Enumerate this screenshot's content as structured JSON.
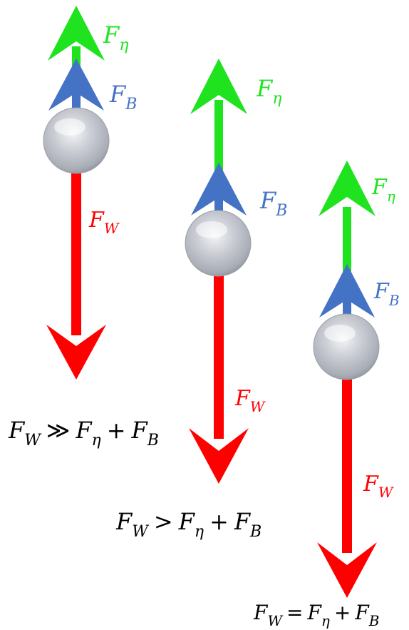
{
  "colors": {
    "drag": "#1ee31e",
    "buoyancy": "#4472c4",
    "weight": "#ff0000",
    "text": "#000000"
  },
  "labels": {
    "drag": {
      "main": "F",
      "sub": "η"
    },
    "buoyancy": {
      "main": "F",
      "sub": "B"
    },
    "weight": {
      "main": "F",
      "sub": "W"
    }
  },
  "scenarios": [
    {
      "relation": "≫",
      "equation": {
        "lhs_main": "F",
        "lhs_sub": "W",
        "rel": "≫",
        "t1_main": "F",
        "t1_sub": "η",
        "plus": "+",
        "t2_main": "F",
        "t2_sub": "B"
      }
    },
    {
      "relation": ">",
      "equation": {
        "lhs_main": "F",
        "lhs_sub": "W",
        "rel": ">",
        "t1_main": "F",
        "t1_sub": "η",
        "plus": "+",
        "t2_main": "F",
        "t2_sub": "B"
      }
    },
    {
      "relation": "=",
      "equation": {
        "lhs_main": "F",
        "lhs_sub": "W",
        "rel": "=",
        "t1_main": "F",
        "t1_sub": "η",
        "plus": "+",
        "t2_main": "F",
        "t2_sub": "B"
      }
    }
  ]
}
